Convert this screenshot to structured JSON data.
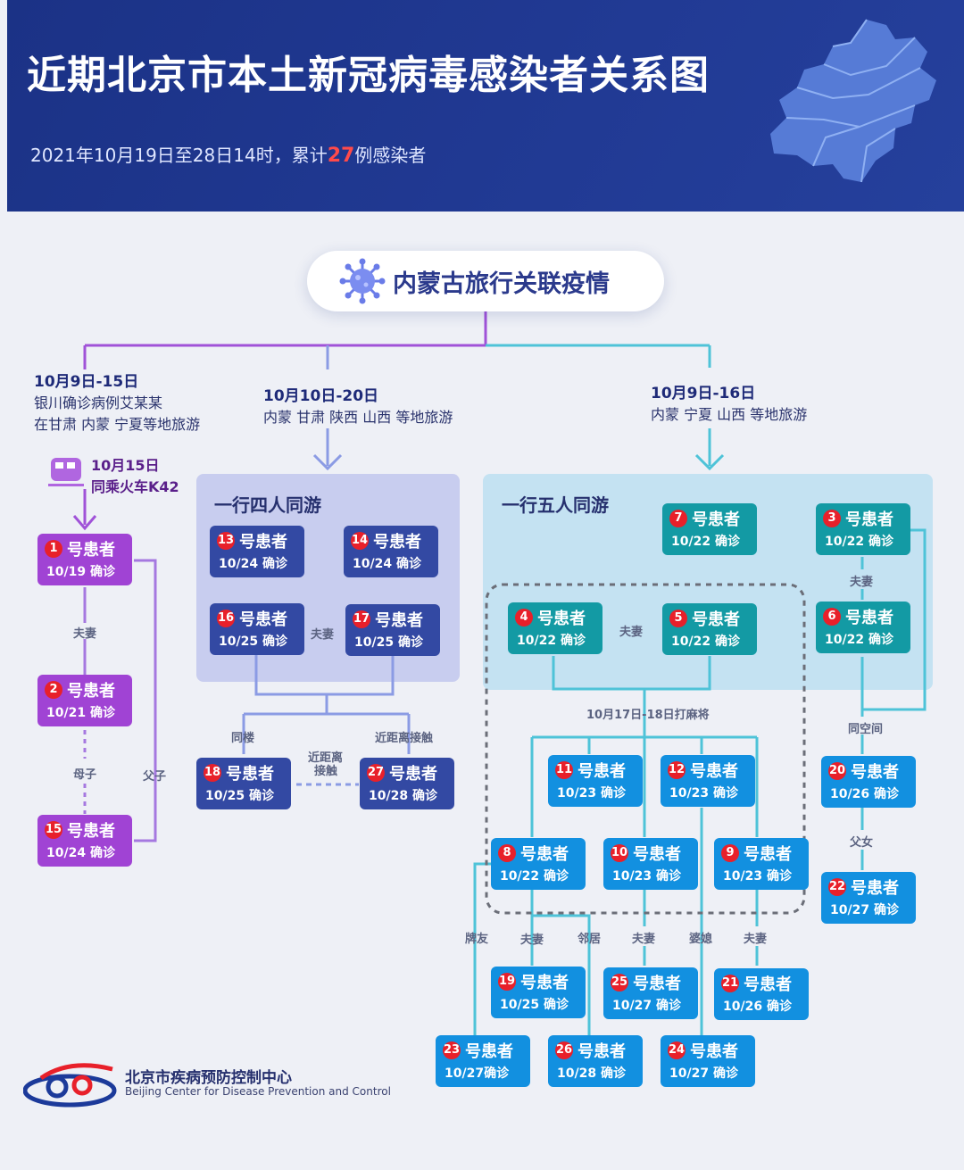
{
  "header": {
    "title": "近期北京市本土新冠病毒感染者关系图",
    "subtitle_pre": "2021年10月19日至28日14时，累计",
    "subtitle_count": "27",
    "subtitle_post": "例感染者"
  },
  "root_label": "内蒙古旅行关联疫情",
  "branches": {
    "left": {
      "dates": "10月9日-15日",
      "line1": "银川确诊病例艾某某",
      "line2": "在甘肃 内蒙 宁夏等地旅游"
    },
    "train": {
      "line1": "10月15日",
      "line2": "同乘火车K42"
    },
    "middle": {
      "dates": "10月10日-20日",
      "line1": "内蒙 甘肃 陕西 山西 等地旅游"
    },
    "right": {
      "dates": "10月9日-16日",
      "line1": "内蒙 宁夏 山西 等地旅游"
    }
  },
  "panels": {
    "four": "一行四人同游",
    "five": "一行五人同游"
  },
  "patient_suffix": "号患者",
  "nodes": [
    {
      "id": "n1",
      "num": "1",
      "date": "10/19 确诊"
    },
    {
      "id": "n2",
      "num": "2",
      "date": "10/21 确诊"
    },
    {
      "id": "n15",
      "num": "15",
      "date": "10/24 确诊"
    },
    {
      "id": "n13",
      "num": "13",
      "date": "10/24 确诊"
    },
    {
      "id": "n14",
      "num": "14",
      "date": "10/24 确诊"
    },
    {
      "id": "n16",
      "num": "16",
      "date": "10/25 确诊"
    },
    {
      "id": "n17",
      "num": "17",
      "date": "10/25 确诊"
    },
    {
      "id": "n18",
      "num": "18",
      "date": "10/25 确诊"
    },
    {
      "id": "n27",
      "num": "27",
      "date": "10/28 确诊"
    },
    {
      "id": "n7",
      "num": "7",
      "date": "10/22 确诊"
    },
    {
      "id": "n3",
      "num": "3",
      "date": "10/22 确诊"
    },
    {
      "id": "n4",
      "num": "4",
      "date": "10/22 确诊"
    },
    {
      "id": "n5",
      "num": "5",
      "date": "10/22 确诊"
    },
    {
      "id": "n6",
      "num": "6",
      "date": "10/22 确诊"
    },
    {
      "id": "n11",
      "num": "11",
      "date": "10/23 确诊"
    },
    {
      "id": "n12",
      "num": "12",
      "date": "10/23 确诊"
    },
    {
      "id": "n20",
      "num": "20",
      "date": "10/26 确诊"
    },
    {
      "id": "n8",
      "num": "8",
      "date": "10/22 确诊"
    },
    {
      "id": "n10",
      "num": "10",
      "date": "10/23 确诊"
    },
    {
      "id": "n9",
      "num": "9",
      "date": "10/23 确诊"
    },
    {
      "id": "n22",
      "num": "22",
      "date": "10/27 确诊"
    },
    {
      "id": "n19",
      "num": "19",
      "date": "10/25 确诊"
    },
    {
      "id": "n25",
      "num": "25",
      "date": "10/27 确诊"
    },
    {
      "id": "n21",
      "num": "21",
      "date": "10/26 确诊"
    },
    {
      "id": "n23",
      "num": "23",
      "date": "10/27确诊"
    },
    {
      "id": "n26",
      "num": "26",
      "date": "10/28 确诊"
    },
    {
      "id": "n24",
      "num": "24",
      "date": "10/27 确诊"
    }
  ],
  "relations": {
    "couple": "夫妻",
    "mother_son": "母子",
    "father_son": "父子",
    "same_building": "同楼",
    "close_contact": "近距离接触",
    "close_contact_a": "近距离",
    "close_contact_b": "接触",
    "mahjong": "10月17日-18日打麻将",
    "same_space": "同空间",
    "father_daughter": "父女",
    "card_friend": "牌友",
    "neighbor": "邻居",
    "in_law": "婆媳"
  },
  "footer": {
    "org_cn": "北京市疾病预防控制中心",
    "org_en": "Beijing Center for Disease Prevention and Control"
  },
  "colors": {
    "purple": "#a043d4",
    "indigo": "#3349a3",
    "teal": "#139aa4",
    "blue": "#1290e0",
    "badge_red": "#e8202a",
    "header_blue": "#213a94"
  }
}
